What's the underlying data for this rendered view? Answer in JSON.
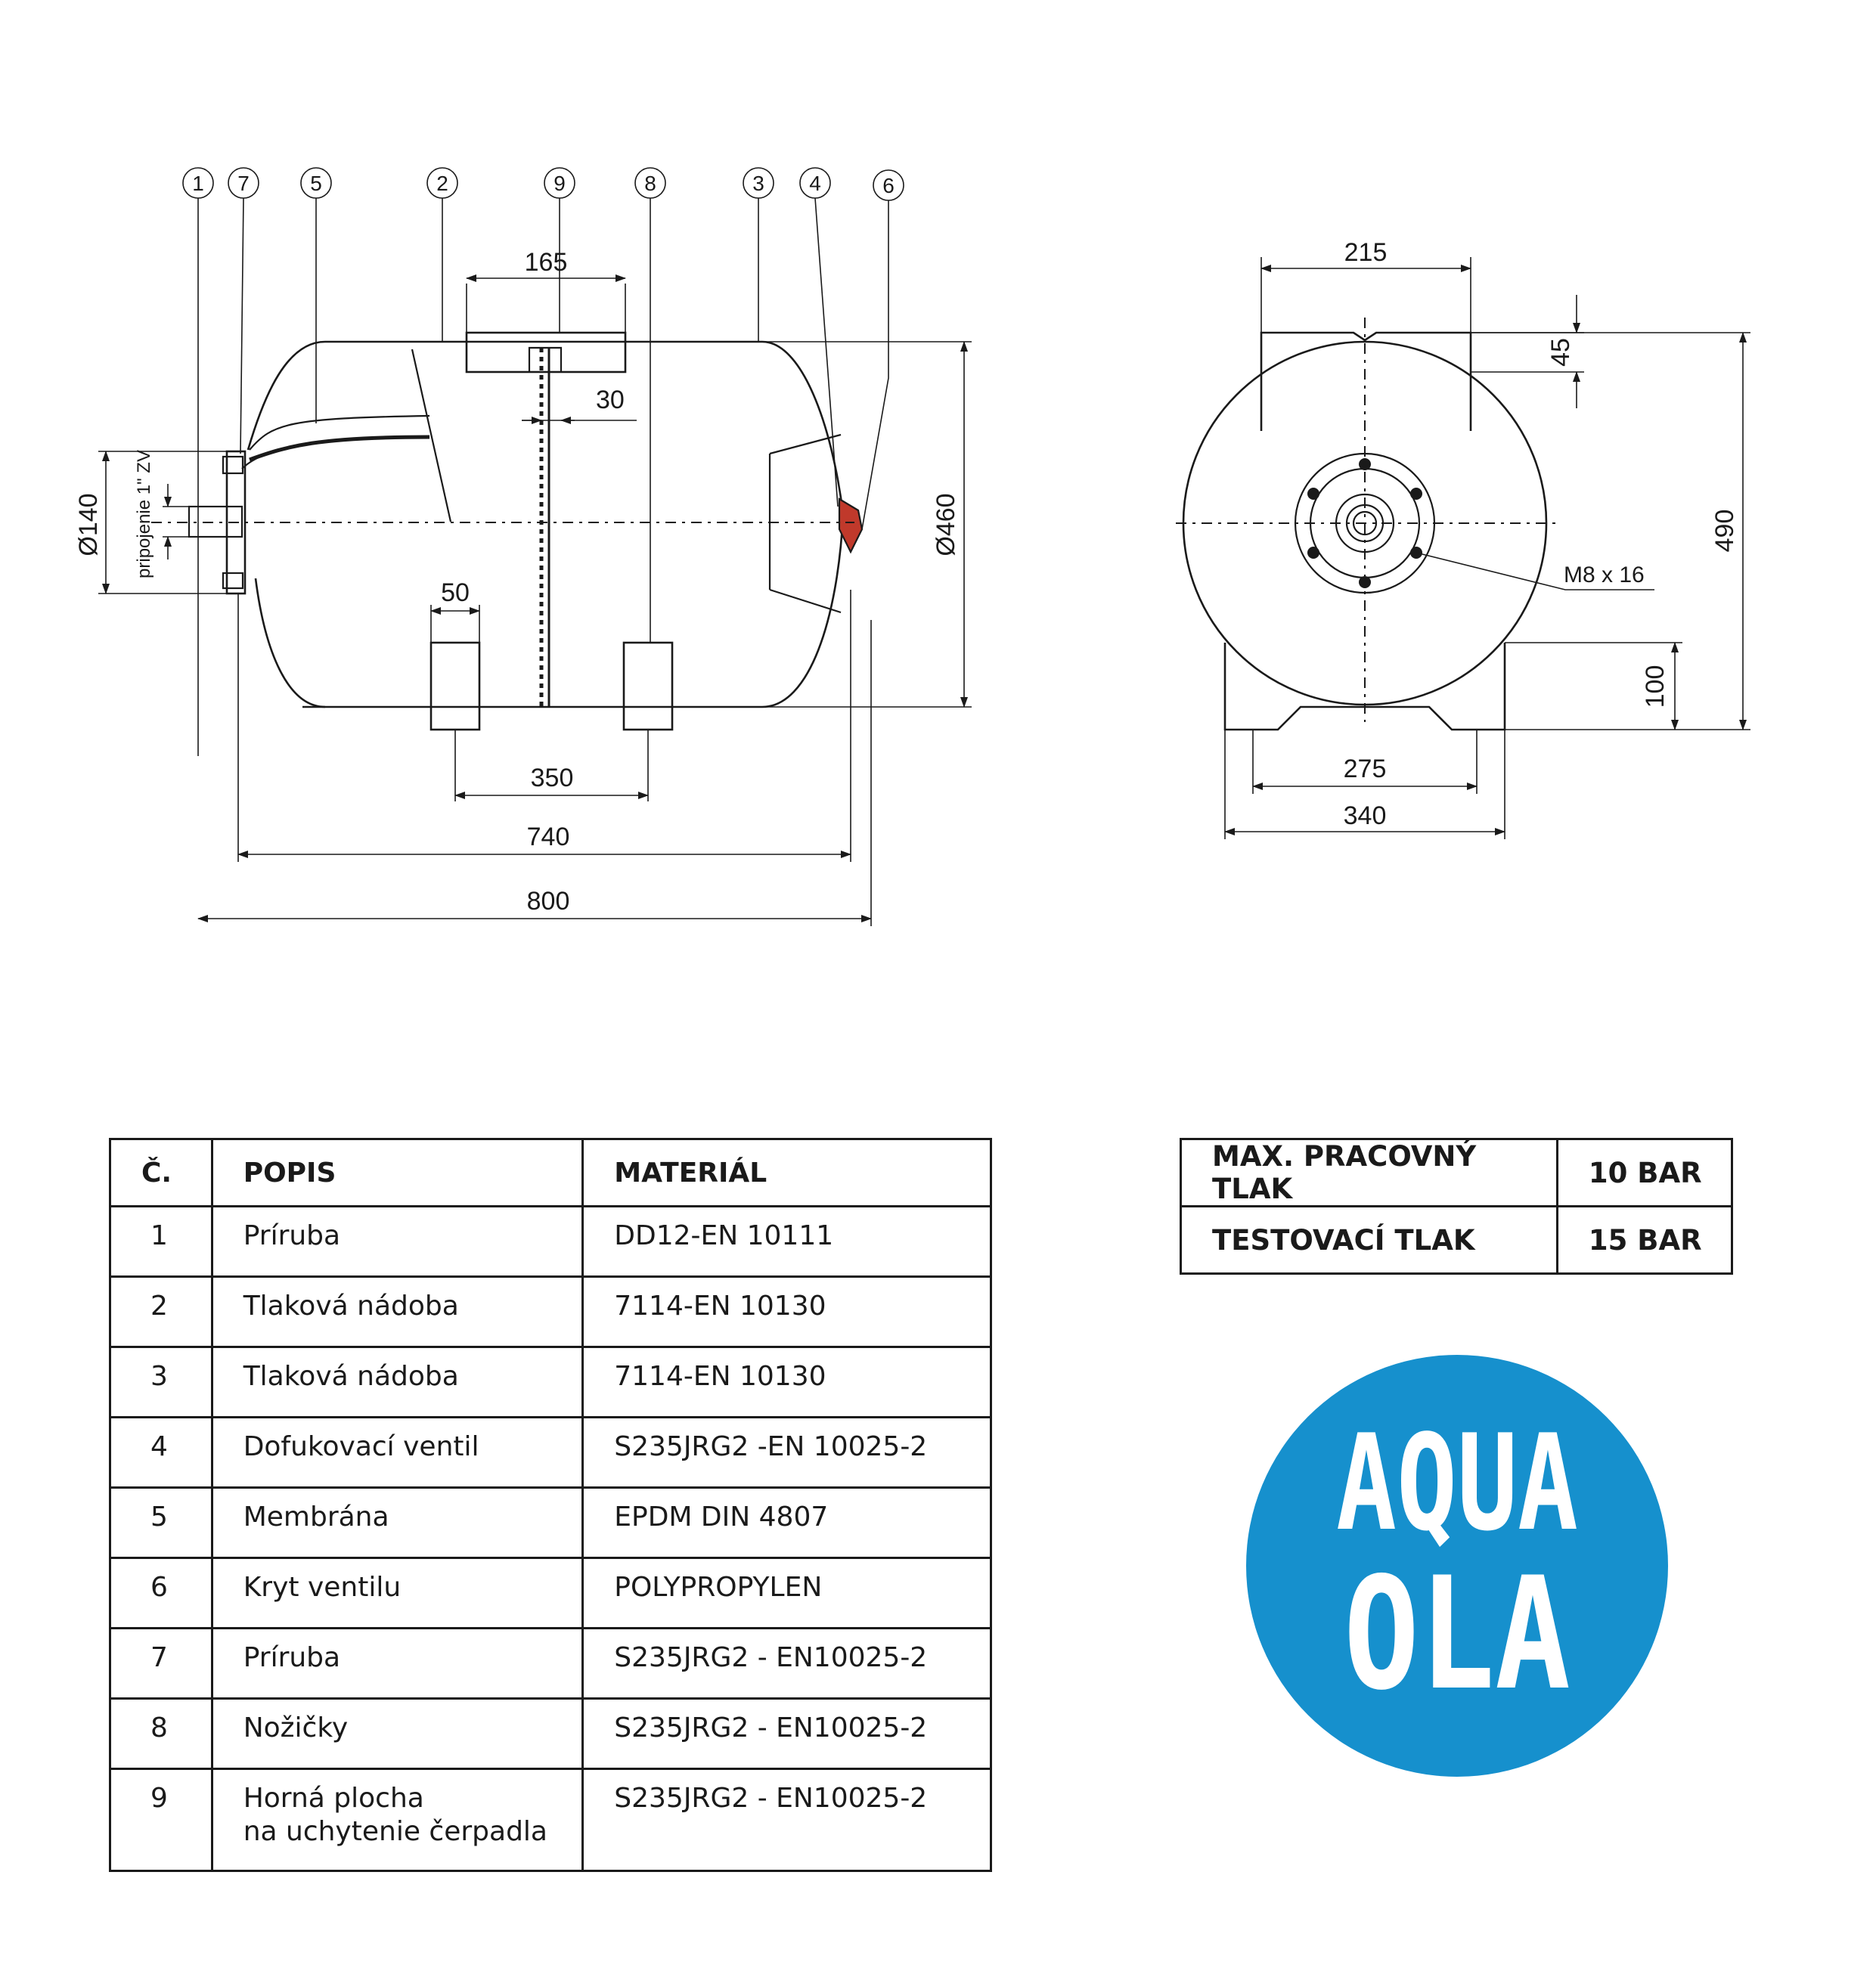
{
  "balloons": [
    "1",
    "7",
    "5",
    "2",
    "9",
    "8",
    "3",
    "4",
    "6"
  ],
  "dimensions": {
    "top_width": "165",
    "top_thickness": "30",
    "leg_width": "50",
    "leg_spacing": "350",
    "vessel_length": "740",
    "total_length": "800",
    "vessel_diameter": "Ø460",
    "flange_diameter": "Ø140",
    "connection": "pripojenie 1\" ZV",
    "side_top_width": "215",
    "side_top_height": "45",
    "side_total_height": "490",
    "side_bolt": "M8 x 16",
    "side_leg_height": "100",
    "side_foot_inner": "275",
    "side_foot_outer": "340"
  },
  "parts_table": {
    "headers": [
      "Č.",
      "POPIS",
      "MATERIÁL"
    ],
    "rows": [
      {
        "no": "1",
        "popis": "Príruba",
        "material": "DD12-EN 10111"
      },
      {
        "no": "2",
        "popis": "Tlaková nádoba",
        "material": "7114-EN 10130"
      },
      {
        "no": "3",
        "popis": "Tlaková nádoba",
        "material": "7114-EN 10130"
      },
      {
        "no": "4",
        "popis": "Dofukovací ventil",
        "material": "S235JRG2 -EN 10025-2"
      },
      {
        "no": "5",
        "popis": "Membrána",
        "material": "EPDM DIN 4807"
      },
      {
        "no": "6",
        "popis": "Kryt ventilu",
        "material": "POLYPROPYLEN"
      },
      {
        "no": "7",
        "popis": "Príruba",
        "material": "S235JRG2 - EN10025-2"
      },
      {
        "no": "8",
        "popis": "Nožičky",
        "material": "S235JRG2 - EN10025-2"
      },
      {
        "no": "9",
        "popis": "Horná plocha",
        "popis2": "na uchytenie čerpadla",
        "material": "S235JRG2 - EN10025-2"
      }
    ]
  },
  "pressure_table": [
    {
      "label": "MAX. PRACOVNÝ TLAK",
      "value": "10 BAR"
    },
    {
      "label": "TESTOVACÍ TLAK",
      "value": "15 BAR"
    }
  ],
  "logo": {
    "line1": "AQUA",
    "line2": "OLA",
    "color": "#1690cd"
  }
}
